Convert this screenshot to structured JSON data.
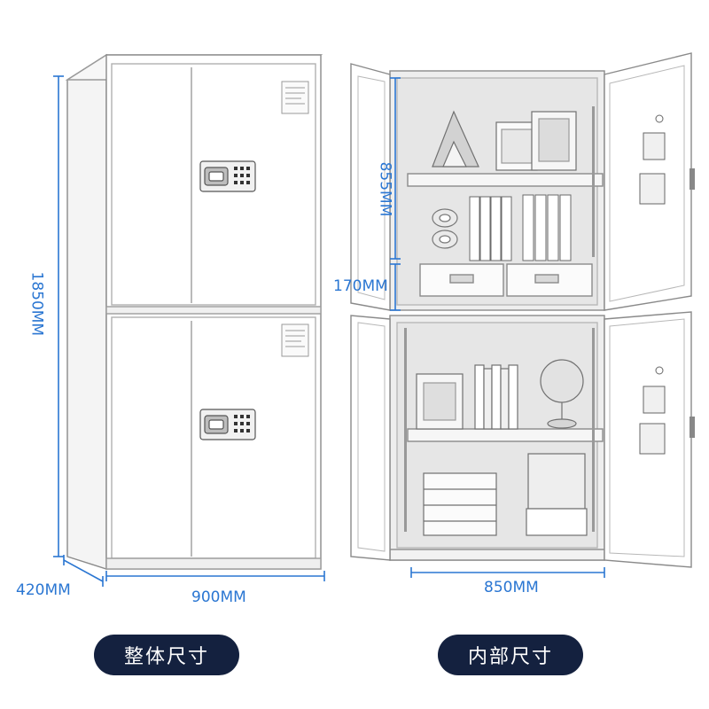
{
  "overall": {
    "height_label": "1850MM",
    "depth_label": "420MM",
    "width_label": "900MM",
    "caption": "整体尺寸"
  },
  "interior": {
    "upper_height_label": "855MM",
    "drawer_height_label": "170MM",
    "width_label": "850MM",
    "caption": "内部尺寸"
  },
  "colors": {
    "dimension": "#2a76d2",
    "caption_bg": "#14213f",
    "caption_text": "#ffffff"
  }
}
